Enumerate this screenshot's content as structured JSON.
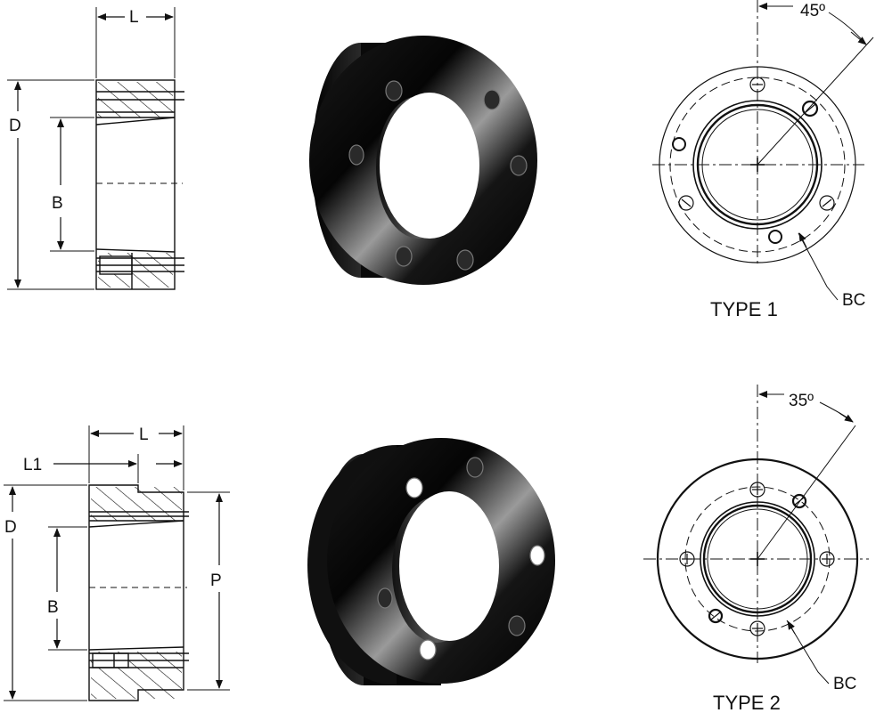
{
  "type1": {
    "label": "TYPE 1",
    "angle_label": "45º",
    "bc_label": "BC",
    "section": {
      "length_label": "L",
      "outer_dia_label": "D",
      "bore_label": "B"
    }
  },
  "type2": {
    "label": "TYPE 2",
    "angle_label": "35º",
    "bc_label": "BC",
    "section": {
      "length_label": "L",
      "flange_length_label": "L1",
      "outer_dia_label": "D",
      "bore_label": "B",
      "pilot_dia_label": "P"
    }
  },
  "colors": {
    "line": "#111111",
    "part": "#0b0b0b",
    "highlight": "#d8d8d8"
  }
}
